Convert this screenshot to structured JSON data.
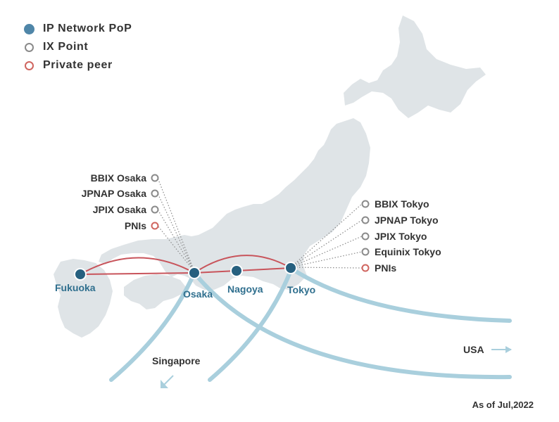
{
  "legend": [
    {
      "label": "IP Network PoP",
      "kind": "pop"
    },
    {
      "label": "IX Point",
      "kind": "ix"
    },
    {
      "label": "Private peer",
      "kind": "private"
    }
  ],
  "cities": {
    "fukuoka": "Fukuoka",
    "osaka": "Osaka",
    "nagoya": "Nagoya",
    "tokyo": "Tokyo"
  },
  "osaka_peers": [
    {
      "label": "BBIX Osaka",
      "kind": "ix"
    },
    {
      "label": "JPNAP Osaka",
      "kind": "ix"
    },
    {
      "label": "JPIX Osaka",
      "kind": "ix"
    },
    {
      "label": "PNIs",
      "kind": "private"
    }
  ],
  "tokyo_peers": [
    {
      "label": "BBIX Tokyo",
      "kind": "ix"
    },
    {
      "label": "JPNAP Tokyo",
      "kind": "ix"
    },
    {
      "label": "JPIX Tokyo",
      "kind": "ix"
    },
    {
      "label": "Equinix Tokyo",
      "kind": "ix"
    },
    {
      "label": "PNIs",
      "kind": "private"
    }
  ],
  "destinations": {
    "usa": "USA",
    "singapore": "Singapore"
  },
  "as_of": "As of Jul,2022",
  "colors": {
    "land": "#dfe4e7",
    "pop": "#26607f",
    "ix": "#8a8a8a",
    "private": "#d0655f",
    "backbone": "#c8545b",
    "international": "#a9cfdd"
  }
}
